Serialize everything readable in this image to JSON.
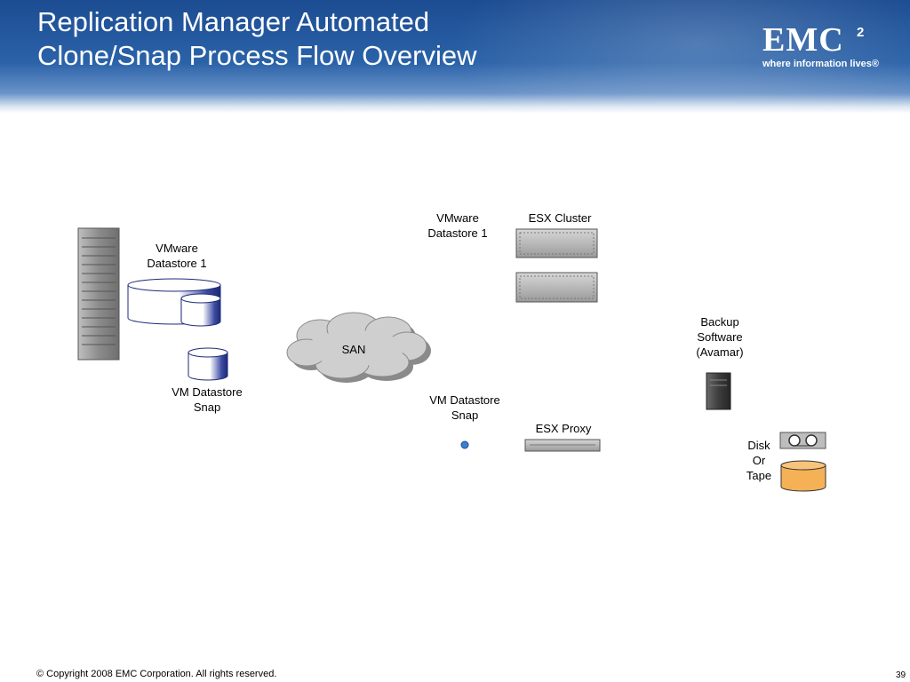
{
  "slide": {
    "title_line1": "Replication Manager Automated",
    "title_line2": "Clone/Snap Process Flow Overview"
  },
  "logo": {
    "mark": "EMC",
    "superscript": "2",
    "tagline": "where information lives®"
  },
  "labels": {
    "array_datastore_l1": "VMware",
    "array_datastore_l2": "Datastore 1",
    "array_snap_l1": "VM Datastore",
    "array_snap_l2": "Snap",
    "san": "SAN",
    "host_datastore_l1": "VMware",
    "host_datastore_l2": "Datastore 1",
    "esx_cluster": "ESX Cluster",
    "host_snap_l1": "VM Datastore",
    "host_snap_l2": "Snap",
    "esx_proxy": "ESX Proxy",
    "backup_l1": "Backup",
    "backup_l2": "Software",
    "backup_l3": "(Avamar)",
    "media_l1": "Disk",
    "media_l2": "Or",
    "media_l3": "Tape"
  },
  "footer": {
    "copyright": "© Copyright 2008 EMC Corporation. All rights reserved.",
    "page_number": "39"
  },
  "colors": {
    "header_blue": "#1c4c92",
    "datastore_blue": "#2c3a8c",
    "tape_orange": "#f5b155",
    "node_dot": "#3a7fd5"
  }
}
